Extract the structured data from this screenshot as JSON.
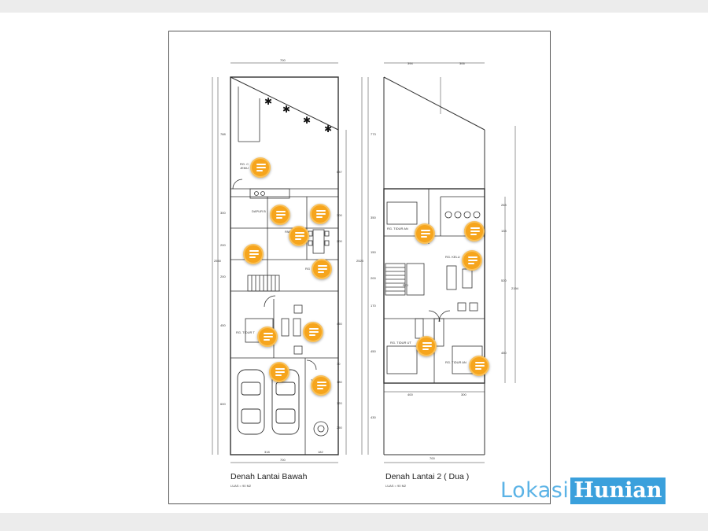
{
  "plan": {
    "ground_floor": {
      "caption": "Denah Lantai Bawah",
      "scale_note": "LUAS = 90 M2",
      "dim_top": "700",
      "dim_bottom": [
        "318",
        "700",
        "182"
      ],
      "dim_left": [
        "788",
        "300",
        "200",
        "200",
        "450",
        "600"
      ],
      "dim_total": "2550",
      "dim_right": [
        "637",
        "300",
        "200",
        "450",
        "70",
        "180",
        "120",
        "250"
      ],
      "rooms": [
        "RG. C",
        "JEMU",
        "DAPUR B",
        "PAN",
        "RG",
        "RG. TIDUR T",
        "CARP",
        "T"
      ]
    },
    "upper_floor": {
      "caption": "Denah Lantai 2 ( Dua )",
      "scale_note": "LUAS = 90 M2",
      "dim_top": [
        "394",
        "306"
      ],
      "dim_bottom": [
        "400",
        "300",
        "700"
      ],
      "dim_left": [
        "773",
        "350",
        "150",
        "200",
        "170",
        "450",
        "430"
      ],
      "dim_total": "2523",
      "dim_right": [
        "263",
        "133",
        "520",
        "450",
        "2194"
      ],
      "rooms": [
        "RG. TIDUR AN",
        "T",
        "RG. KELU",
        "RG. TIDUR UT",
        "RG. TIDUR AN",
        "RCI"
      ]
    }
  },
  "hotspots": [
    {
      "id": "h1"
    },
    {
      "id": "h2"
    },
    {
      "id": "h3"
    },
    {
      "id": "h4"
    },
    {
      "id": "h5"
    },
    {
      "id": "h6"
    },
    {
      "id": "h7"
    },
    {
      "id": "h8"
    },
    {
      "id": "h9"
    },
    {
      "id": "h10"
    },
    {
      "id": "h11"
    },
    {
      "id": "h12"
    },
    {
      "id": "h13"
    },
    {
      "id": "h14"
    },
    {
      "id": "h15"
    },
    {
      "id": "h16"
    },
    {
      "id": "h17"
    }
  ],
  "logo": {
    "part1": "Lokasi",
    "part2": "Hunian",
    "color_light": "#5bb3e6",
    "color_box": "#3aa0dc"
  },
  "hotspot_color": "#f6a51d"
}
